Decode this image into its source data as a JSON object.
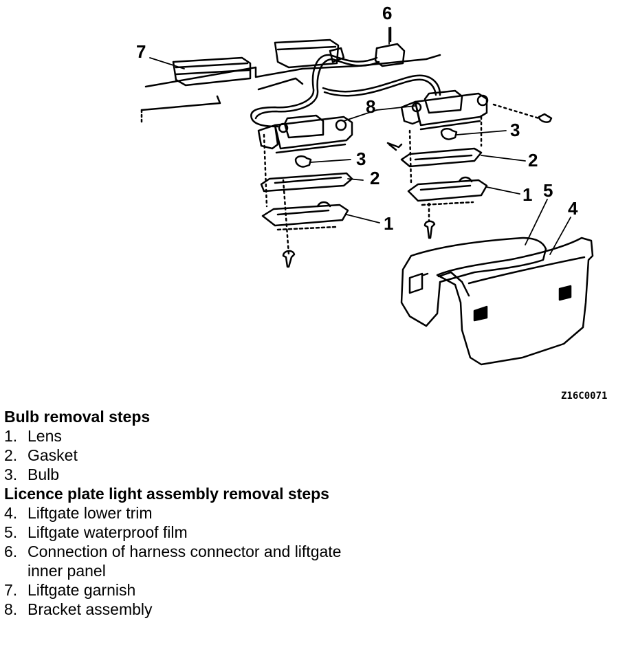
{
  "diagram": {
    "callouts": {
      "c1a": "1",
      "c1b": "1",
      "c2a": "2",
      "c2b": "2",
      "c3a": "3",
      "c3b": "3",
      "c4": "4",
      "c5": "5",
      "c6": "6",
      "c7": "7",
      "c8": "8"
    },
    "figure_code": "Z16C0071"
  },
  "bulb_removal": {
    "heading": "Bulb removal steps",
    "steps": [
      {
        "num": "1.",
        "text": "Lens"
      },
      {
        "num": "2.",
        "text": "Gasket"
      },
      {
        "num": "3.",
        "text": "Bulb"
      }
    ]
  },
  "assembly_removal": {
    "heading": "Licence plate light assembly removal steps",
    "steps": [
      {
        "num": "4.",
        "text": "Liftgate lower trim"
      },
      {
        "num": "5.",
        "text": "Liftgate waterproof film"
      },
      {
        "num": "6.",
        "text": "Connection of harness connector and liftgate inner panel"
      },
      {
        "num": "7.",
        "text": "Liftgate garnish"
      },
      {
        "num": "8.",
        "text": "Bracket assembly"
      }
    ]
  }
}
